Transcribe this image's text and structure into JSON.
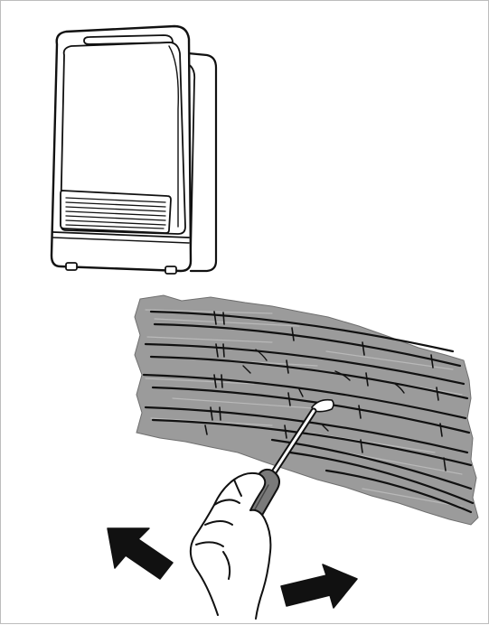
{
  "figure": {
    "text_labels": [],
    "colors": {
      "line": "#111111",
      "grille_fill": "#9a9a9a",
      "background": "#ffffff",
      "frame": "#bdbdbd"
    },
    "icons": [
      "wall-heater",
      "heater-intake-grille",
      "heater-intake-grille-closeup",
      "screwdriver",
      "hand",
      "arrow-left-up",
      "arrow-right-up"
    ]
  }
}
